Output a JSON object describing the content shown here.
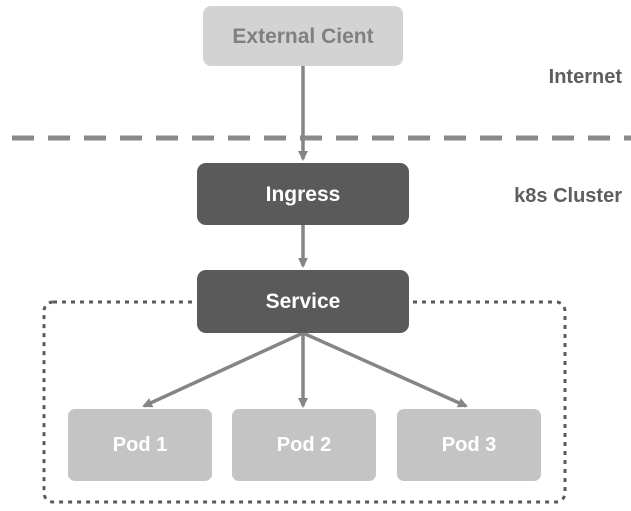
{
  "colors": {
    "background": "#ffffff",
    "light_node_fill": "#d3d3d3",
    "light_node_text": "#808080",
    "dark_node_fill": "#5a5a5a",
    "dark_node_text": "#ffffff",
    "pod_fill": "#c4c4c4",
    "pod_text": "#ffffff",
    "arrow": "#858585",
    "dashed_line": "#8a8a8a",
    "zone_label": "#5e5e5e"
  },
  "zones": {
    "internet_label": "Internet",
    "cluster_label": "k8s Cluster"
  },
  "nodes": {
    "external_client": "External Cient",
    "ingress": "Ingress",
    "service": "Service",
    "pods": [
      "Pod 1",
      "Pod 2",
      "Pod 3"
    ]
  },
  "connections": [
    {
      "from": "External Cient",
      "to": "Ingress"
    },
    {
      "from": "Ingress",
      "to": "Service"
    },
    {
      "from": "Service",
      "to": "Pod 1"
    },
    {
      "from": "Service",
      "to": "Pod 2"
    },
    {
      "from": "Service",
      "to": "Pod 3"
    }
  ]
}
